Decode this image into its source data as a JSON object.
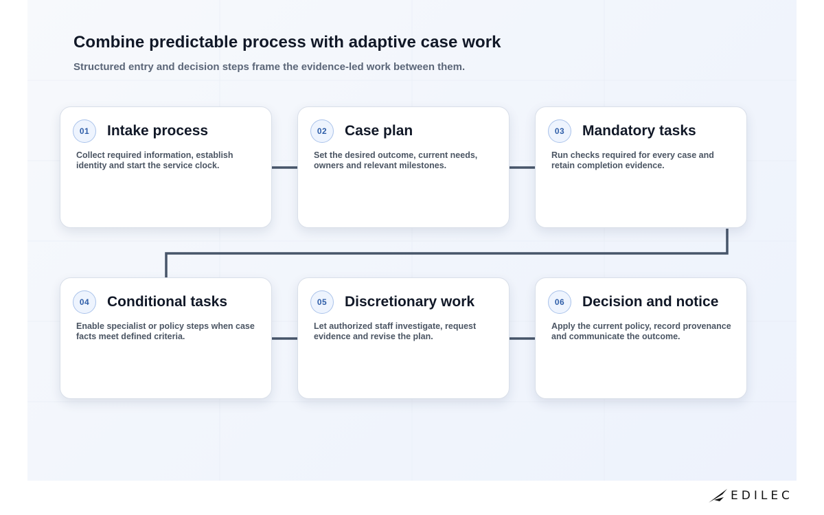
{
  "header": {
    "title": "Combine predictable process with adaptive case work",
    "subtitle": "Structured entry and decision steps frame the evidence-led work between them."
  },
  "steps": [
    {
      "number": "01",
      "title": "Intake process",
      "description": "Collect required information, establish identity and start the service clock."
    },
    {
      "number": "02",
      "title": "Case plan",
      "description": "Set the desired outcome, current needs, owners and relevant milestones."
    },
    {
      "number": "03",
      "title": "Mandatory tasks",
      "description": "Run checks required for every case and retain completion evidence."
    },
    {
      "number": "04",
      "title": "Conditional tasks",
      "description": "Enable specialist or policy steps when case facts meet defined criteria."
    },
    {
      "number": "05",
      "title": "Discretionary work",
      "description": "Let authorized staff investigate, request evidence and revise the plan."
    },
    {
      "number": "06",
      "title": "Decision and notice",
      "description": "Apply the current policy, record provenance and communicate the outcome."
    }
  ],
  "branding": {
    "logo_text": "EDILEC"
  },
  "colors": {
    "connector": "#475569",
    "badge_text": "#2f5ea8",
    "title_text": "#111827",
    "body_text": "#4b5563"
  }
}
